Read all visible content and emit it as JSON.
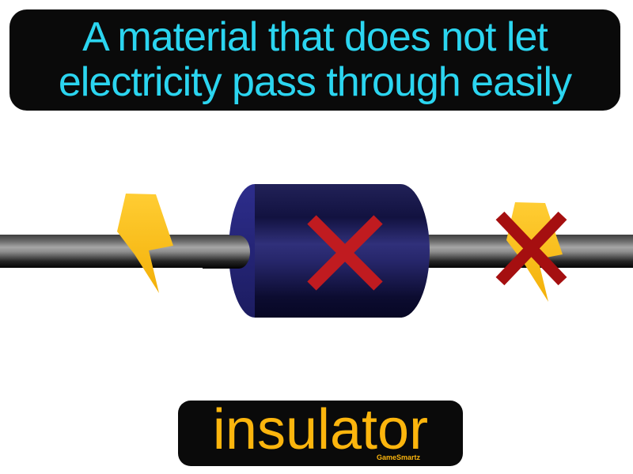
{
  "banner": {
    "line1": "A material that does not let",
    "line2": "electricity pass through easily"
  },
  "term": {
    "text": "insulator"
  },
  "watermark": "GameSmartz",
  "colors": {
    "banner_bg": "#0a0a0a",
    "banner_text": "#2bd5f0",
    "label_bg": "#0a0a0a",
    "label_text": "#fcb50d",
    "x_center": "#c01b20",
    "x_right": "#a50f10"
  },
  "illustration": {
    "description": "A wire passes through a dark navy cylindrical insulator; electricity (lightning bolts) is blocked, shown by red X marks",
    "wire_gradient": [
      "#3e3e3e",
      "#6b6b6b",
      "#a6a6a6",
      "#8c8c8c",
      "#262626",
      "#050505"
    ],
    "cylinder_body_gradient": [
      "#212158",
      "#121240",
      "#30307a",
      "#26266a",
      "#0c0c30",
      "#070724"
    ],
    "cylinder_face_gradient": [
      "#2d2d8c",
      "#1c1c60"
    ],
    "bolt_gradient": [
      "#ffcd33",
      "#f3b008"
    ]
  }
}
